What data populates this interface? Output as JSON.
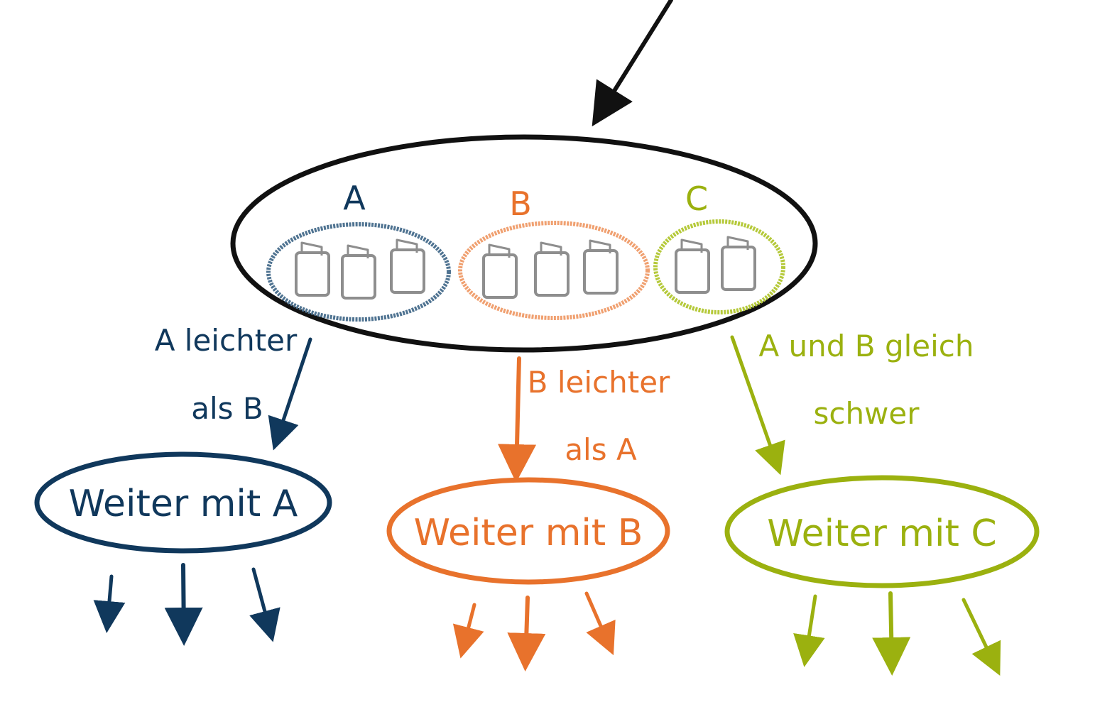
{
  "colors": {
    "ink": "#111111",
    "group_a": "#10385c",
    "group_b": "#e8722c",
    "group_c": "#9bb10f",
    "group_a_fill_ring": "#4f7391",
    "group_b_fill_ring": "#f0a070",
    "group_c_fill_ring": "#b5c93a",
    "coin": "#8e8e8e"
  },
  "groups": {
    "a": {
      "label": "A",
      "coins": 3
    },
    "b": {
      "label": "B",
      "coins": 3
    },
    "c": {
      "label": "C",
      "coins": 2
    }
  },
  "edges": {
    "a_lighter_line1": "A leichter",
    "a_lighter_line2": "als B",
    "b_lighter_line1": "B leichter",
    "b_lighter_line2": "als A",
    "equal_line1": "A und B gleich",
    "equal_line2": "schwer"
  },
  "nodes": {
    "continue_a": "Weiter mit A",
    "continue_b": "Weiter mit B",
    "continue_c": "Weiter mit C"
  },
  "icons": {
    "coin": "coin-weight-icon",
    "arrow": "arrow-down-icon"
  }
}
